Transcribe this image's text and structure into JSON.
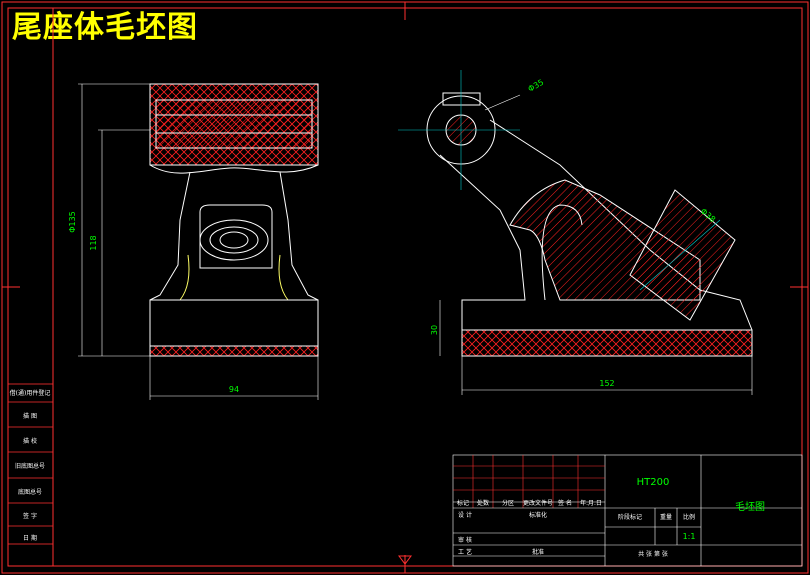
{
  "drawing": {
    "title": "尾座体毛坯图",
    "material": "HT200",
    "drawing_name": "毛坯图",
    "scale": "1:1"
  },
  "dimensions": {
    "left_height_total": "Φ135",
    "left_height_inner": "118",
    "left_width": "94",
    "right_width": "152",
    "right_base_height": "30",
    "hole_diameter": "Φ35",
    "boss_diameter": "Φ38"
  },
  "side_stamp": [
    "借(通)用件登记",
    "描 图",
    "描 校",
    "旧底图总号",
    "底图总号",
    "签 字",
    "日 期"
  ],
  "title_block": {
    "row_labels": [
      "标记",
      "处数",
      "分区",
      "更改文件号",
      "签 名",
      "年.月.日"
    ],
    "bottom_labels": [
      "设 计",
      "审 核",
      "工 艺"
    ],
    "standardize": "标准化",
    "approve": "批准",
    "stage_mark": "阶段标记",
    "weight": "重量",
    "ratio": "比例",
    "sheets": "共  张  第  张"
  },
  "colors": {
    "background": "#000000",
    "outline": "#ffffff",
    "hatch": "#ff2020",
    "dimension": "#00ff00",
    "center_line": "#00ffff",
    "frame": "#ff0000",
    "title": "#ffff00"
  }
}
